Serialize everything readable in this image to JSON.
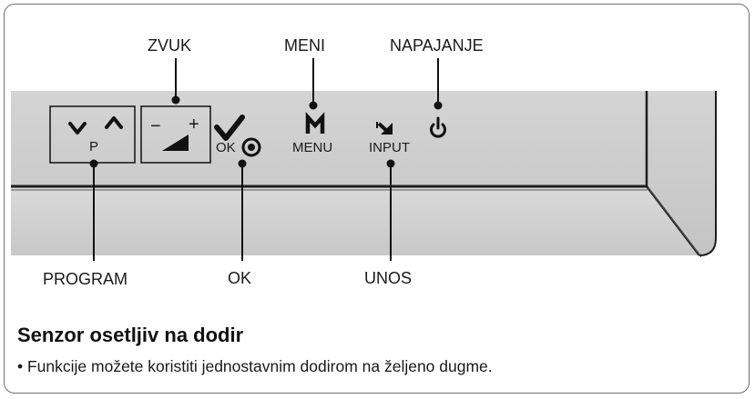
{
  "callouts": {
    "zvuk": "ZVUK",
    "meni": "MENI",
    "napajanje": "NAPAJANJE",
    "program": "PROGRAM",
    "ok": "OK",
    "unos": "UNOS"
  },
  "buttons": {
    "program_letter": "P",
    "ok_label": "OK",
    "menu_label": "MENU",
    "input_label": "INPUT",
    "vol_minus": "−",
    "vol_plus": "+"
  },
  "section": {
    "heading": "Senzor osetljiv na dodir",
    "bullet": "• Funkcije možete koristiti jednostavnim dodirom na željeno dugme."
  },
  "icons": [
    "chevron-down-icon",
    "chevron-up-icon",
    "volume-ramp-icon",
    "checkmark-icon",
    "target-circle-icon",
    "menu-m-icon",
    "input-arrow-icon",
    "power-icon"
  ]
}
